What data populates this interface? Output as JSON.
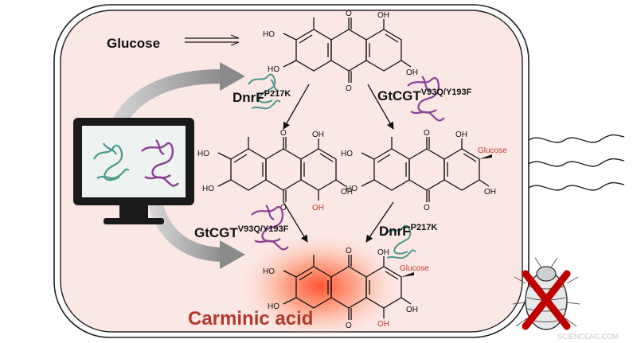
{
  "labels": {
    "glucose_start": "Glucose",
    "enzyme_dnrf_top": "DnrF",
    "enzyme_dnrf_top_sup": "P217K",
    "enzyme_gtcgt_top": "GtCGT",
    "enzyme_gtcgt_top_sup": "V93Q/Y193F",
    "enzyme_gtcgt_bottom": "GtCGT",
    "enzyme_gtcgt_bottom_sup": "V93Q/Y193F",
    "enzyme_dnrf_bottom": "DnrF",
    "enzyme_dnrf_bottom_sup": "P217K",
    "product": "Carminic acid",
    "watermark": "SCIENCEAG.COM"
  },
  "atoms": {
    "oh": "OH",
    "ho": "HO",
    "o": "O",
    "glucose": "Glucose"
  },
  "colors": {
    "cell_fill": "#fbe7e3",
    "cell_border": "#222222",
    "product_text": "#b23a2b",
    "glow": "#ff5a3c",
    "protein_teal": "#4a9a8c",
    "protein_purple": "#8a3f96",
    "monitor": "#1a1a1a",
    "screen": "#eef2f1",
    "cross": "#c00000",
    "curved_arrow": "#9a9a9a"
  },
  "icons": {
    "monitor": "computer-monitor-icon",
    "insect": "cochineal-insect-icon",
    "cross": "red-x-icon"
  }
}
